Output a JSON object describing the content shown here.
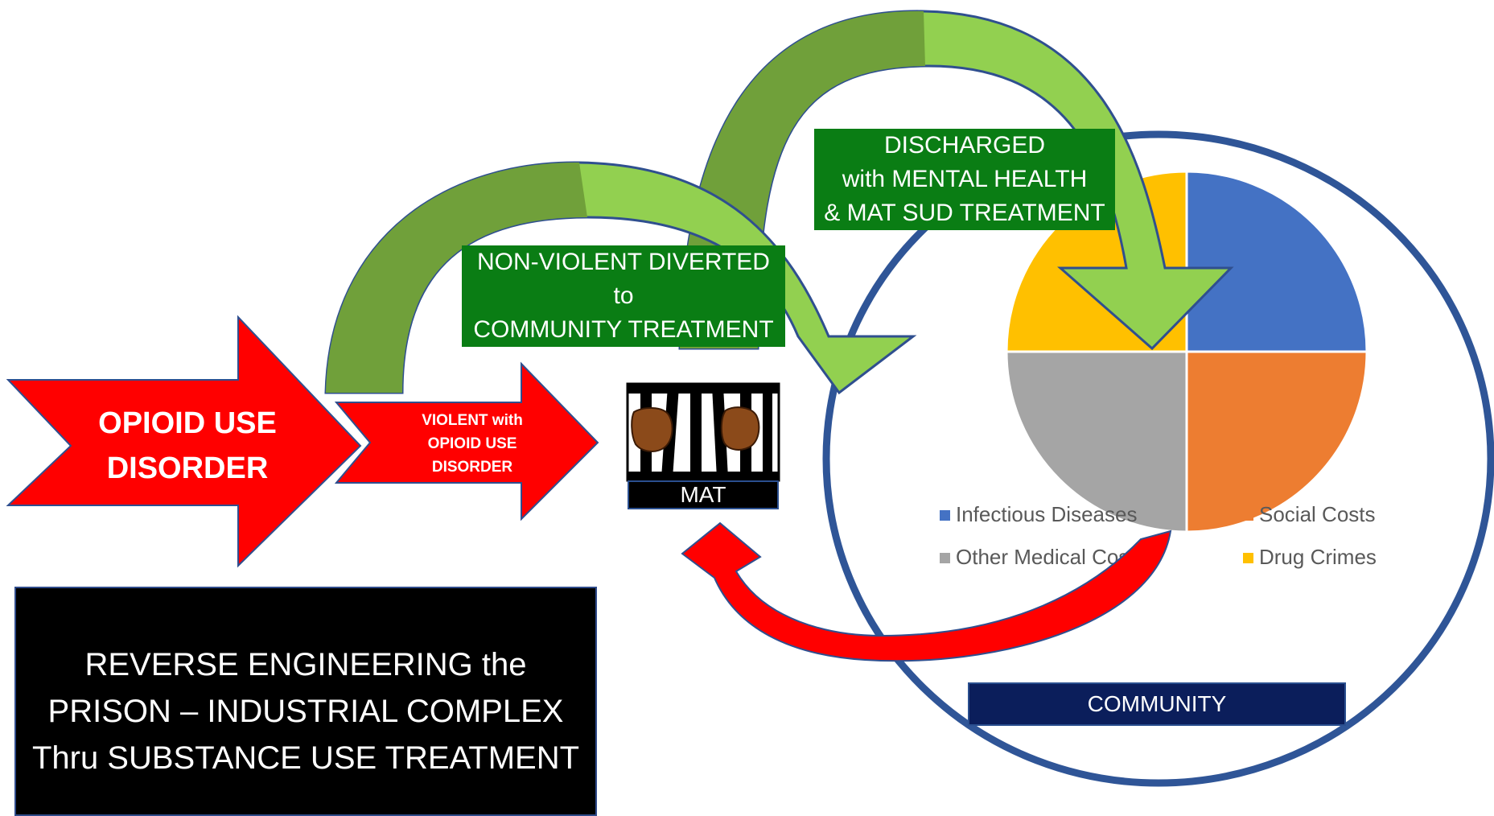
{
  "diagram": {
    "title": "REVERSE ENGINEERING the\nPRISON – INDUSTRIAL COMPLEX\nThru SUBSTANCE USE TREATMENT",
    "big_arrow_label": "OPIOID USE\nDISORDER",
    "small_arrow_label": "VIOLENT with\nOPIOID USE\nDISORDER",
    "mat_label": "MAT",
    "diverted_label": "NON-VIOLENT DIVERTED to\nCOMMUNITY TREATMENT",
    "discharged_label": "DISCHARGED\nwith MENTAL HEALTH\n& MAT SUD TREATMENT",
    "community_label": "COMMUNITY",
    "icons": [
      "prison-bars-icon",
      "fist-icon"
    ]
  },
  "colors": {
    "red_arrow": "#ff0000",
    "green_light": "#92d050",
    "green_dark": "#70a03a",
    "label_green": "#0a7d14",
    "circle_blue": "#2f5597",
    "community_navy": "#0b1e5b"
  },
  "chart_data": {
    "type": "pie",
    "categories": [
      "Infectious Diseases",
      "Social Costs",
      "Other Medical Costs",
      "Drug Crimes"
    ],
    "values": [
      25,
      25,
      25,
      25
    ],
    "colors": [
      "#4472c4",
      "#ed7d31",
      "#a5a5a5",
      "#ffc000"
    ],
    "legend_position": "bottom"
  }
}
